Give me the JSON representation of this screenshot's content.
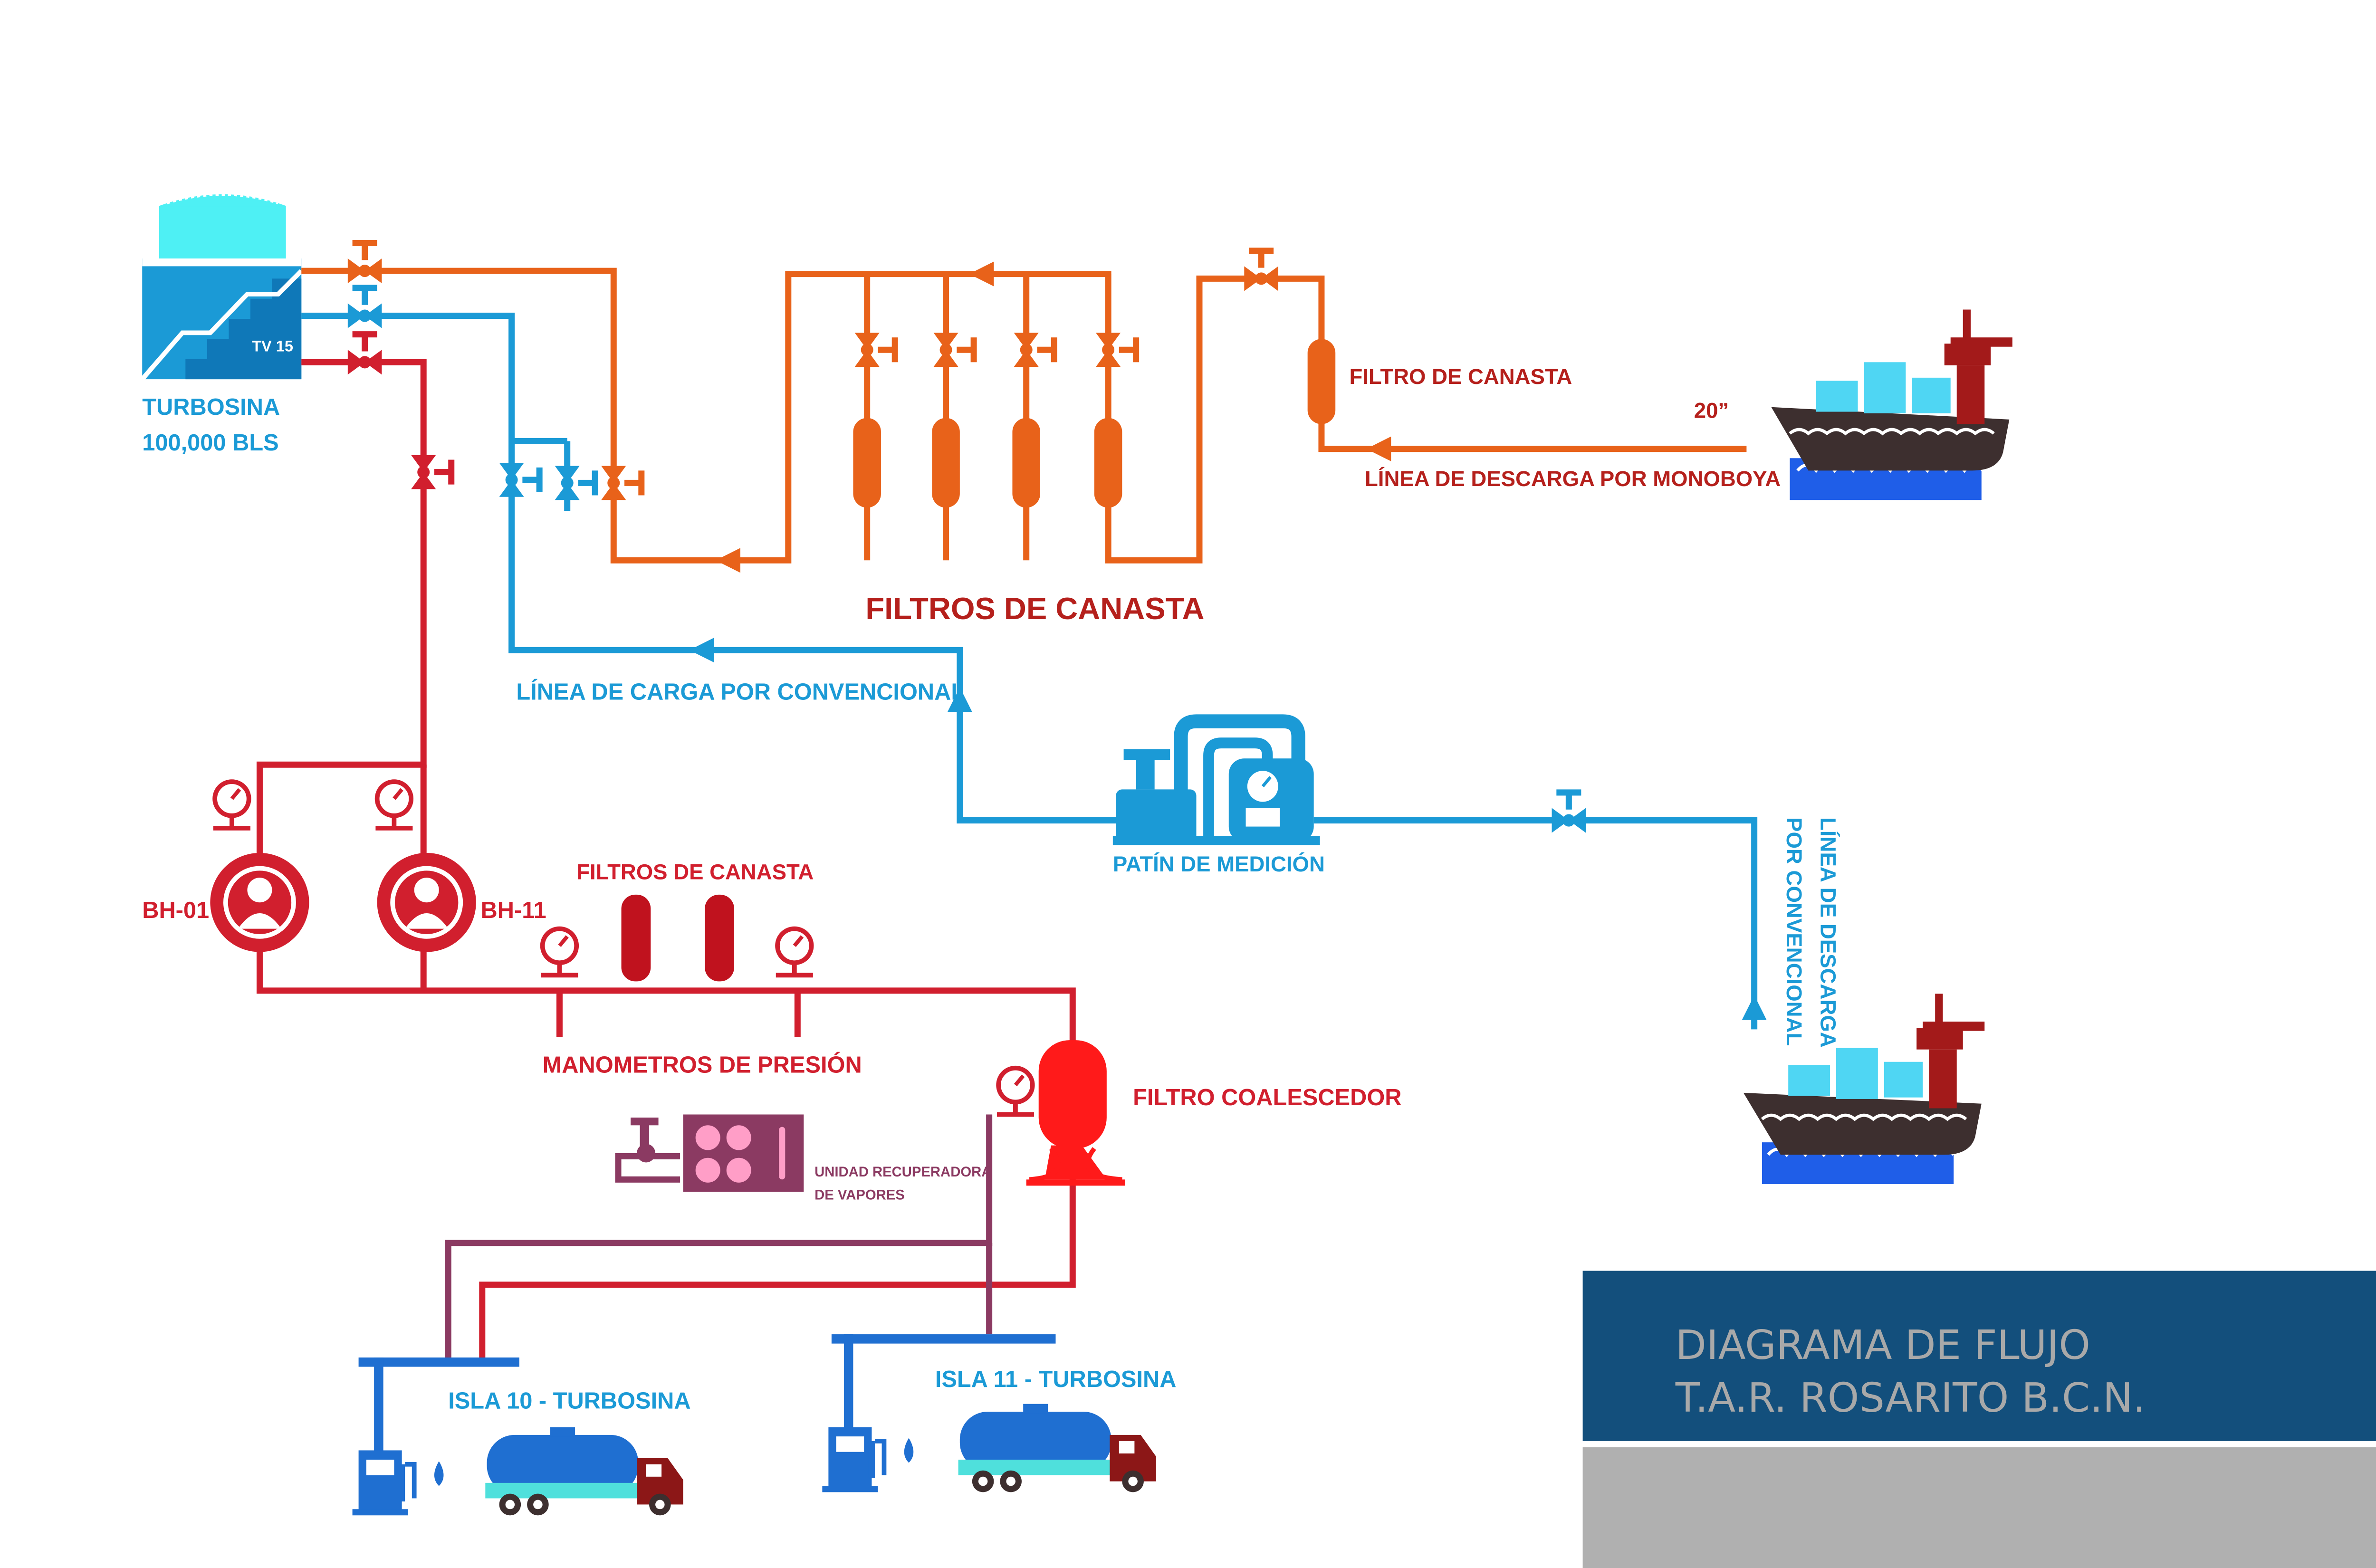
{
  "colors": {
    "orange": "#e8621a",
    "blue": "#1b9ad6",
    "red": "#d11f2e",
    "purple": "#8b3a62",
    "dark_red": "#8c1717",
    "pump_blue": "#1f6fd1",
    "panel_blue": "#134f7c",
    "panel_gray": "#b0b0b0",
    "ship_hull": "#3d2f2f",
    "water": "#1f5ee8"
  },
  "tank": {
    "name": "TURBOSINA",
    "capacity": "100,000 BLS",
    "tag": "TV 15"
  },
  "orange_line": {
    "filters_label": "FILTROS DE CANASTA",
    "inlet_filter_label": "FILTRO DE CANASTA",
    "size_label": "20”",
    "discharge_label": "LÍNEA DE DESCARGA POR MONOBOYA"
  },
  "blue_line": {
    "load_label": "LÍNEA DE CARGA POR CONVENCIONAL",
    "skid_label": "PATÍN DE MEDICIÓN",
    "discharge_label_line1": "LÍNEA DE DESCARGA",
    "discharge_label_line2": "POR CONVENCIONAL"
  },
  "red_line": {
    "pump_left": "BH-01",
    "pump_right": "BH-11",
    "filters_label": "FILTROS DE CANASTA",
    "gauges_label": "MANOMETROS DE PRESIÓN",
    "coalescer_label": "FILTRO COALESCEDOR"
  },
  "vapor_unit": {
    "label_line1": "UNIDAD RECUPERADORA",
    "label_line2": "DE VAPORES"
  },
  "islands": {
    "island_10": "ISLA 10 - TURBOSINA",
    "island_11": "ISLA 11 - TURBOSINA"
  },
  "title_panel": {
    "line1": "DIAGRAMA DE FLUJO",
    "line2": "T.A.R. ROSARITO B.C.N."
  }
}
